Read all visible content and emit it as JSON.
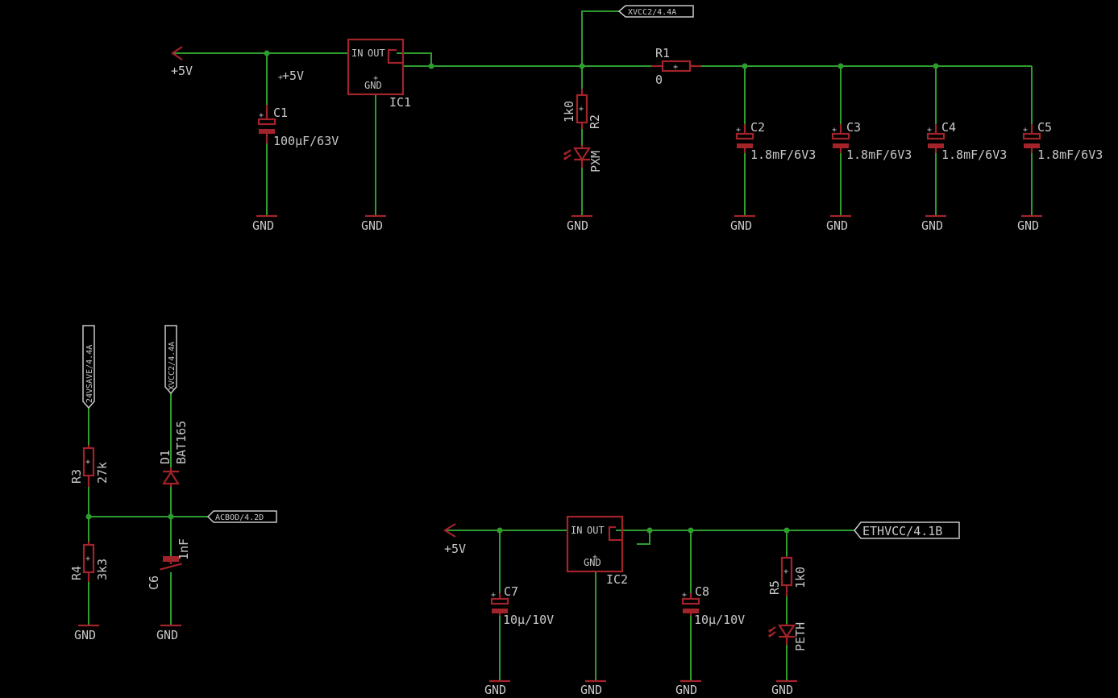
{
  "colors": {
    "background": "#000000",
    "wire": "#2f9c2f",
    "symbol": "#a3232b",
    "text": "#c8c8c8"
  },
  "supplies": {
    "p5v": "+5V",
    "gnd": "GND"
  },
  "ic1": {
    "name": "IC1",
    "in": "IN",
    "out": "OUT",
    "gnd": "GND"
  },
  "ic2": {
    "name": "IC2",
    "in": "IN",
    "out": "OUT",
    "gnd": "GND"
  },
  "c1": {
    "name": "C1",
    "value": "100µF/63V"
  },
  "c2": {
    "name": "C2",
    "value": "1.8mF/6V3"
  },
  "c3": {
    "name": "C3",
    "value": "1.8mF/6V3"
  },
  "c4": {
    "name": "C4",
    "value": "1.8mF/6V3"
  },
  "c5": {
    "name": "C5",
    "value": "1.8mF/6V3"
  },
  "c6": {
    "name": "C6",
    "value": "1nF"
  },
  "c7": {
    "name": "C7",
    "value": "10µ/10V"
  },
  "c8": {
    "name": "C8",
    "value": "10µ/10V"
  },
  "r1": {
    "name": "R1",
    "value": "0"
  },
  "r2": {
    "name": "R2",
    "value": "1k0"
  },
  "r3": {
    "name": "R3",
    "value": "27k"
  },
  "r4": {
    "name": "R4",
    "value": "3k3"
  },
  "r5": {
    "name": "R5",
    "value": "1k0"
  },
  "d1": {
    "name": "D1",
    "value": "BAT165"
  },
  "led_pxm": {
    "name": "PXM"
  },
  "led_peth": {
    "name": "PETH"
  },
  "flags": {
    "xvcc2_top": "XVCC2/4.4A",
    "v24usave": "24VSAVE/4.4A",
    "xvcc2_left": "XVCC2/4.4A",
    "acbod": "ACBOD/4.2D",
    "ethvcc": "ETHVCC/4.1B"
  }
}
